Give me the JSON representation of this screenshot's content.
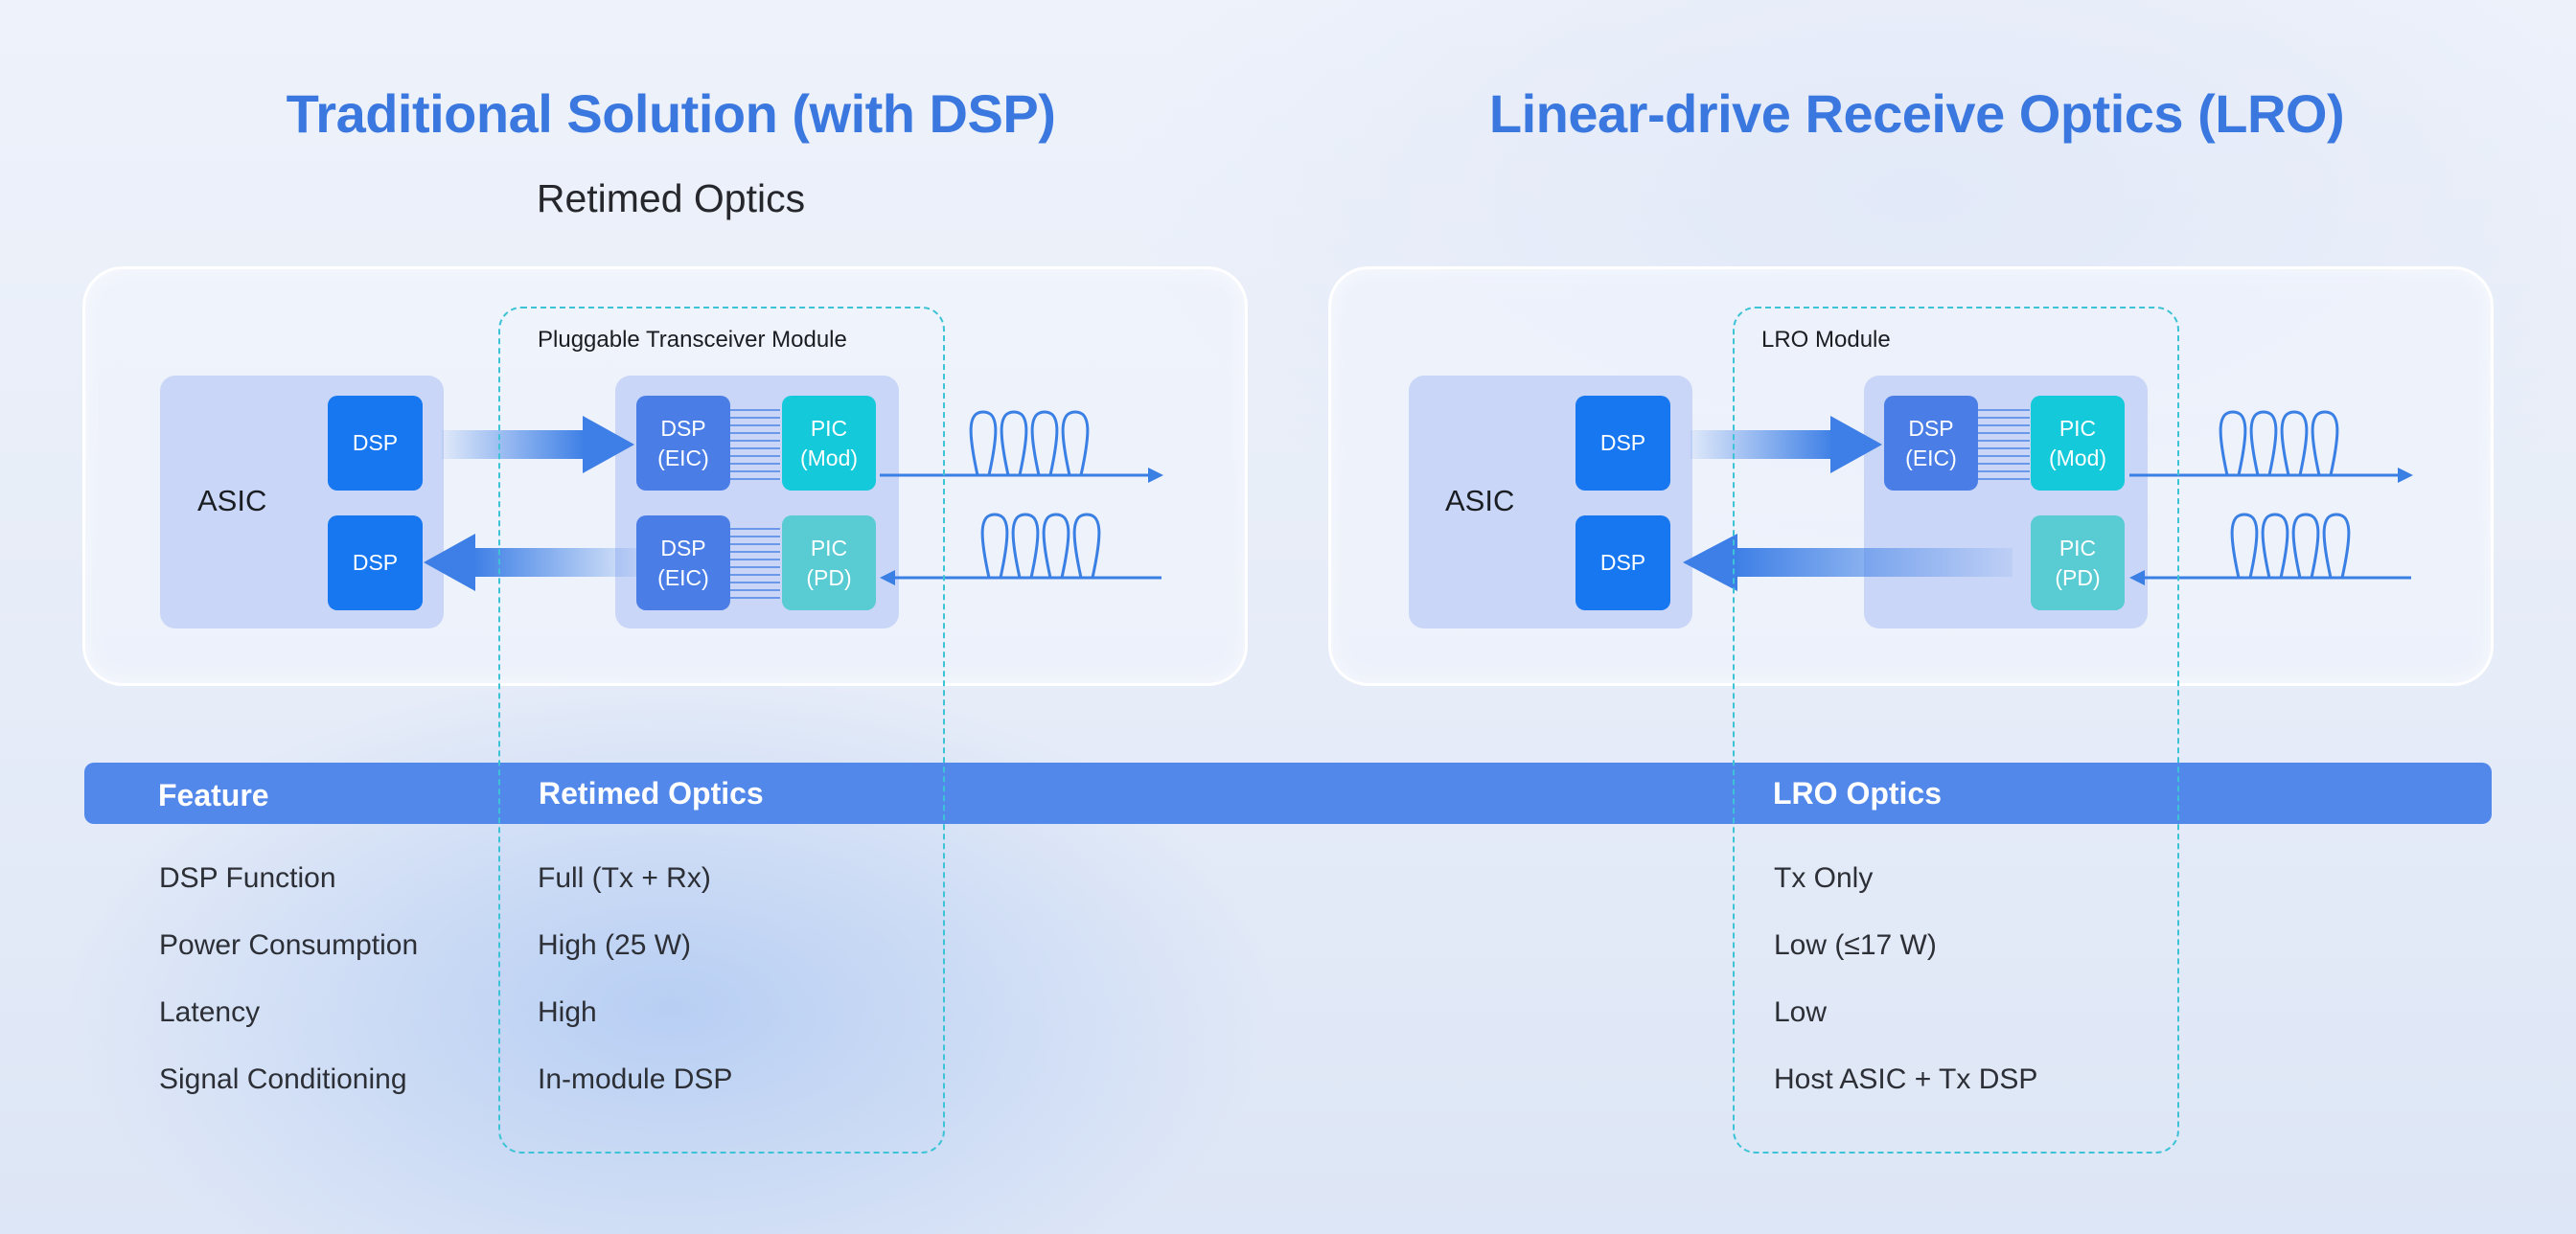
{
  "left": {
    "title": "Traditional Solution (with DSP)",
    "subtitle": "Retimed Optics",
    "module_label": "Pluggable Transceiver Module",
    "asic": "ASIC",
    "host_dsp_top": "DSP",
    "host_dsp_bottom": "DSP",
    "eic_top": "DSP\n(EIC)",
    "eic_bottom": "DSP\n(EIC)",
    "pic_mod": "PIC\n(Mod)",
    "pic_pd": "PIC\n(PD)"
  },
  "right": {
    "title": "Linear-drive Receive Optics (LRO)",
    "module_label": "LRO Module",
    "asic": "ASIC",
    "host_dsp_top": "DSP",
    "host_dsp_bottom": "DSP",
    "eic_top": "DSP\n(EIC)",
    "pic_mod": "PIC\n(Mod)",
    "pic_pd": "PIC\n(PD)"
  },
  "table": {
    "headers": [
      "Feature",
      "Retimed Optics",
      "LRO Optics"
    ],
    "rows": [
      [
        "DSP Function",
        "Full (Tx + Rx)",
        "Tx Only"
      ],
      [
        "Power Consumption",
        "High (25 W)",
        "Low (≤17 W)"
      ],
      [
        "Latency",
        "High",
        "Low"
      ],
      [
        "Signal Conditioning",
        "In-module DSP",
        "Host ASIC + Tx DSP"
      ]
    ]
  },
  "colors": {
    "title": "#3a78e0",
    "dsp": "#1677f0",
    "eic": "#4a7ee6",
    "pic_mod": "#14c9d9",
    "pic_pd": "#58cbd3",
    "zone": "#c9d6f7",
    "header_bar": "#5388eb",
    "dashed_outline": "#3cc3d6",
    "signal": "#3a7fe4"
  }
}
